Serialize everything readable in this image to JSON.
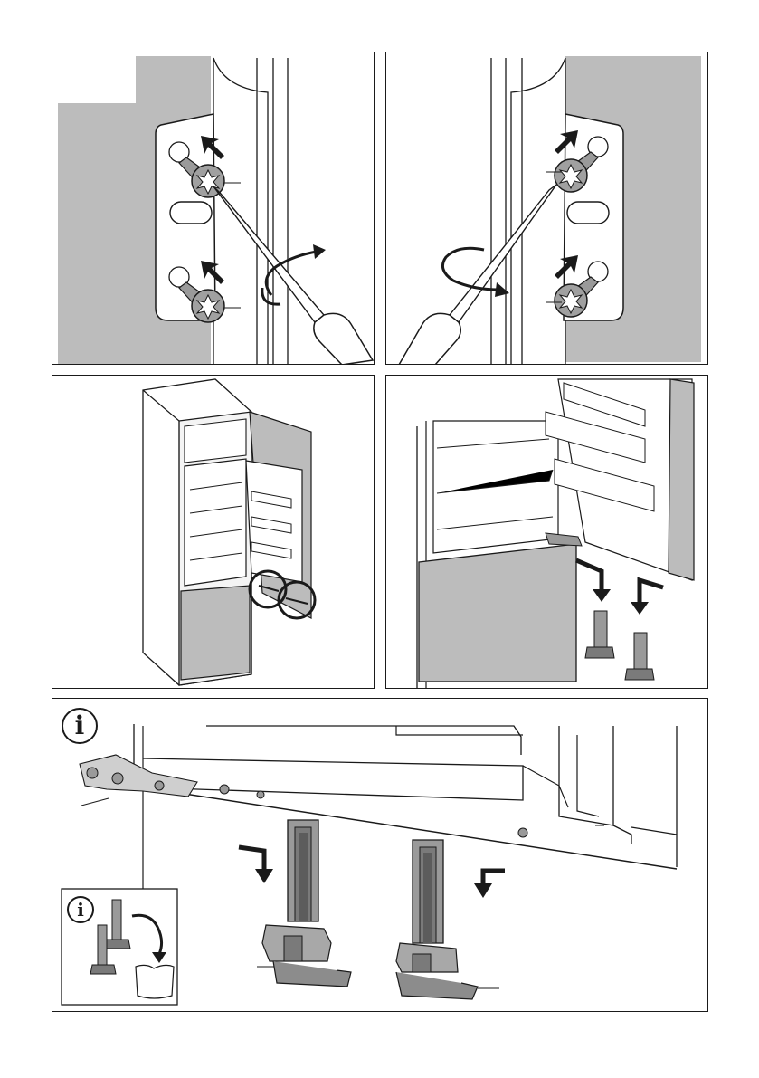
{
  "manual_page": {
    "panels": [
      {
        "id": "step-1",
        "content": "remove-upper-hinge-screws-left"
      },
      {
        "id": "step-2",
        "content": "remove-upper-hinge-screws-right"
      },
      {
        "id": "step-3",
        "content": "appliance-in-cabinet-lower-hinges-circled"
      },
      {
        "id": "step-4",
        "content": "remove-hinge-spacers"
      },
      {
        "id": "info",
        "content": "hinge-spacer-detail"
      }
    ],
    "info_symbol": "i",
    "inset_info_symbol": "i"
  },
  "colors": {
    "line": "#1a1a1a",
    "grey_panel": "#bcbcbc",
    "light_grey": "#d9d9d9",
    "mid_grey": "#9a9a9a",
    "dark_grey": "#6e6e6e"
  },
  "icons": [
    "screw-icon",
    "screwdriver-icon",
    "rotation-arrow-icon",
    "push-arrow-icon",
    "info-icon",
    "bag-icon",
    "spacer-icon"
  ]
}
